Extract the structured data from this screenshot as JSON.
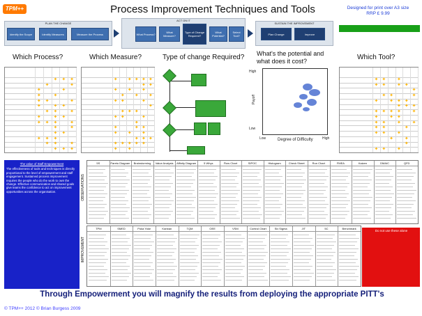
{
  "header": {
    "logo": "TPM++",
    "title": "Process Improvement Techniques and Tools",
    "note": "Designed for print over A3 size\nRRP £ 9.99"
  },
  "flow": {
    "band_left_title": "PLAN THE CHANGE",
    "band_mid_title": "ACT ON IT",
    "band_right_title": "SUSTAIN THE IMPROVEMENT",
    "left_buttons": [
      "Identify the Scope",
      "Identify Measures",
      "Measure the Process"
    ],
    "mid_buttons": [
      "What Process?",
      "What Measure?",
      "Type of Change Required?",
      "What Potential?",
      "Select Tool?"
    ],
    "right_buttons": [
      "Plan Change",
      "Improve"
    ]
  },
  "questions": {
    "q1": "Which Process?",
    "q2": "Which Measure?",
    "q3": "Type of change Required?",
    "q4": "What's the potential and\nwhat does it cost?",
    "q5": "Which Tool?"
  },
  "scatter": {
    "ylabel": "Payoff",
    "xlabel": "Degree of Difficulty",
    "high_y": "High",
    "low_y": "Low",
    "low_x": "Low",
    "high_x": "High"
  },
  "empower": {
    "heading": "The value of Staff Empowerment",
    "body": "The effectiveness of tools and techniques is directly proportional to the level of empowerment and staff engagement. Sustained process improvement requires the people who do the work to own the change. Effective communication and shared goals give teams the confidence to act on improvement opportunities across the organisation."
  },
  "tables": {
    "upper_side": "OBSERVATIONS",
    "lower_side": "IMPROVEMENT",
    "upper_headers": [
      "5S",
      "Pareto Diagram",
      "Brainstorming",
      "Value Analysis",
      "Affinity Diagram",
      "5 Whys",
      "Flow Chart",
      "SIPOC",
      "Histogram",
      "Check Sheet",
      "Run Chart",
      "FMEA",
      "Kaizen",
      "DMAIC",
      "QFD"
    ],
    "lower_headers": [
      "TPM",
      "SMED",
      "Poka Yoke",
      "Kanban",
      "TQM",
      "OEE",
      "VSM",
      "Control Chart",
      "Six Sigma",
      "JIT",
      "5C",
      "Benchmark"
    ],
    "redbox_title": "Do not use these alone"
  },
  "footer": {
    "text": "Through Empowerment you will magnify the results from deploying the appropriate PITT's",
    "copyright": "© TPM++ 2012  © Brian Burgess 2009"
  },
  "colors": {
    "flow_blue": "#3f6fb0",
    "flow_green": "#18a018",
    "empower_blue": "#1822c8",
    "warning_red": "#e21010",
    "marker_orange": "#ffb400"
  }
}
